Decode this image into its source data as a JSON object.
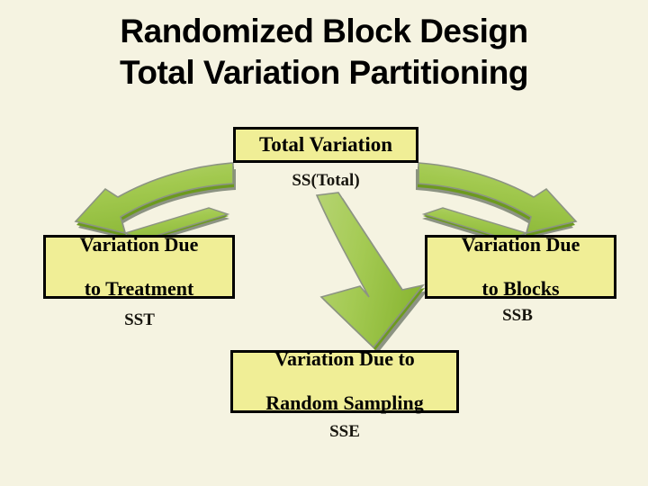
{
  "slide": {
    "background_color": "#F5F3E1",
    "title": {
      "line1": "Randomized Block Design",
      "line2": "Total Variation Partitioning"
    },
    "boxes": {
      "total": {
        "label": "Total Variation",
        "caption": "SS(Total)"
      },
      "treatment": {
        "label_line1": "Variation Due",
        "label_line2": "to Treatment",
        "caption": "SST"
      },
      "blocks": {
        "label_line1": "Variation Due",
        "label_line2": "to Blocks",
        "caption": "SSB"
      },
      "sampling": {
        "label_line1": "Variation Due to",
        "label_line2": "Random Sampling",
        "caption": "SSE"
      }
    },
    "arrows": [
      {
        "name": "arrow-total-to-treatment",
        "direction": "down-left"
      },
      {
        "name": "arrow-total-to-blocks",
        "direction": "down-right"
      },
      {
        "name": "arrow-total-to-sampling",
        "direction": "down"
      }
    ],
    "colors": {
      "box_fill": "#F0EE96",
      "box_border": "#000000",
      "arrow_light": "#A6CB5B",
      "arrow_mid": "#94C246",
      "arrow_dark": "#6C9A1E",
      "arrow_edge": "#8C9383",
      "text": "#000000"
    }
  }
}
